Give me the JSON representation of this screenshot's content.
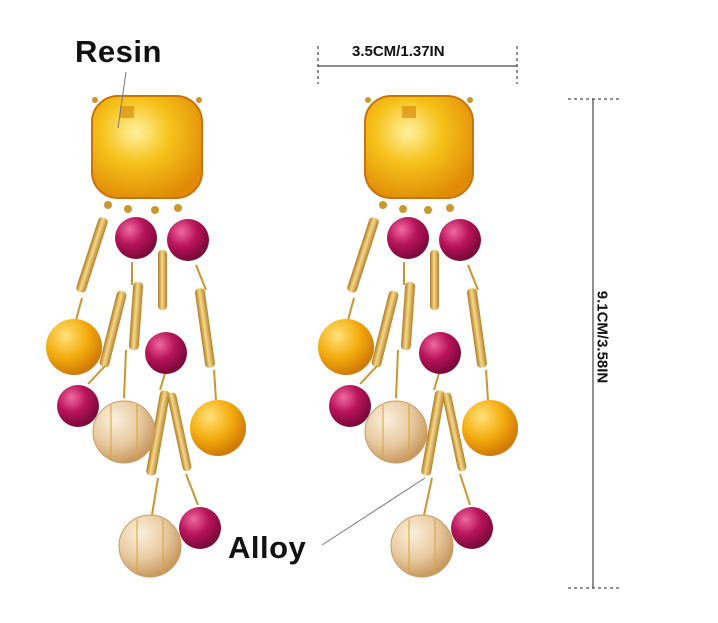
{
  "labels": {
    "resin": "Resin",
    "alloy": "Alloy"
  },
  "dimensions": {
    "width": "3.5CM/1.37IN",
    "height": "9.1CM/3.58IN"
  },
  "colors": {
    "background": "#ffffff",
    "resin_yellow": "#f6c21a",
    "amber_bead": "#f4ad10",
    "magenta_bead": "#b8145a",
    "clear_bead": "#e8c9a0",
    "gold": "#d9a640"
  }
}
